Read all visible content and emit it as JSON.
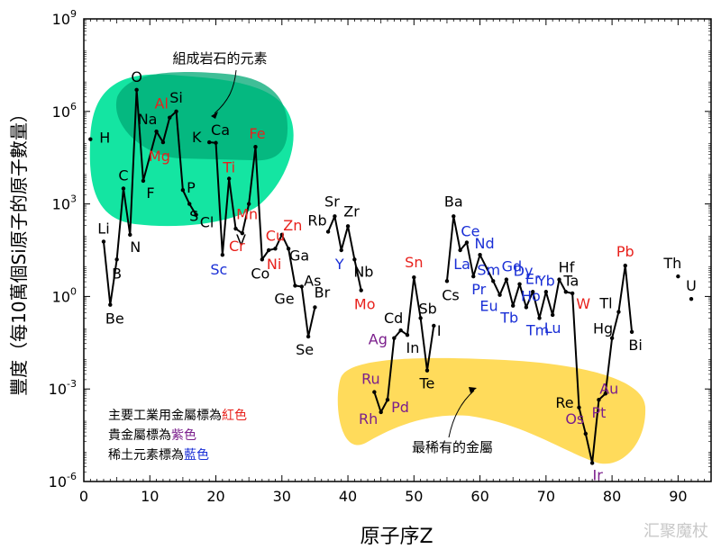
{
  "chart_data": {
    "type": "line",
    "xlabel": "原子序Z",
    "ylabel": "豐度（每10萬個Si原子的原子數量）",
    "x_ticks": [
      "0",
      "10",
      "20",
      "30",
      "40",
      "50",
      "60",
      "70",
      "80",
      "90"
    ],
    "y_ticks": [
      {
        "base": "10",
        "exp": "-6"
      },
      {
        "base": "10",
        "exp": "-3"
      },
      {
        "base": "10",
        "exp": "0"
      },
      {
        "base": "10",
        "exp": "3"
      },
      {
        "base": "10",
        "exp": "6"
      },
      {
        "base": "10",
        "exp": "9"
      }
    ],
    "xlim": [
      0,
      95
    ],
    "ylim_log10": [
      -6,
      9
    ],
    "y_scale": "log",
    "colors": {
      "industrial": "#e8211c",
      "precious": "#7b1f8c",
      "rare_earth": "#1a2fd6",
      "normal": "#000000",
      "rock_region": "#00e39a",
      "rock_region_dark": "#00b377",
      "rarest_region": "#ffd84d"
    },
    "annotations": {
      "rock_label": "組成岩石的元素",
      "rare_label": "最稀有的金屬"
    },
    "legend_lines": [
      {
        "prefix": "主要工業用金屬標為",
        "word": "紅色",
        "cls": "industrial"
      },
      {
        "prefix": "貴金屬標為",
        "word": "紫色",
        "cls": "precious"
      },
      {
        "prefix": "稀土元素標為",
        "word": "藍色",
        "cls": "rare_earth"
      }
    ],
    "series": [
      {
        "points": [
          {
            "z": 3,
            "log": 1.78,
            "label": "Li",
            "cls": "normal"
          },
          {
            "z": 4,
            "log": -0.27,
            "label": "Be",
            "cls": "normal"
          },
          {
            "z": 5,
            "log": 1.2,
            "label": "B",
            "cls": "normal"
          },
          {
            "z": 6,
            "log": 3.5,
            "label": "C",
            "cls": "normal"
          },
          {
            "z": 7,
            "log": 2.0,
            "label": "N",
            "cls": "normal"
          },
          {
            "z": 8,
            "log": 6.7,
            "label": "O",
            "cls": "normal"
          },
          {
            "z": 9,
            "log": 3.75,
            "label": "F",
            "cls": "normal"
          },
          {
            "z": 11,
            "log": 5.35,
            "label": "Na",
            "cls": "normal"
          },
          {
            "z": 12,
            "log": 5.0,
            "label": "Mg",
            "cls": "industrial"
          },
          {
            "z": 13,
            "log": 5.8,
            "label": "Al",
            "cls": "industrial"
          },
          {
            "z": 14,
            "log": 6.0,
            "label": "Si",
            "cls": "normal"
          },
          {
            "z": 15,
            "log": 3.45,
            "label": "P",
            "cls": "normal"
          },
          {
            "z": 16,
            "log": 3.0,
            "label": "S",
            "cls": "normal"
          },
          {
            "z": 17,
            "log": 2.65,
            "label": "Cl",
            "cls": "normal"
          }
        ]
      },
      {
        "points": [
          {
            "z": 19,
            "log": 5.0,
            "label": "K",
            "cls": "normal"
          },
          {
            "z": 20,
            "log": 4.98,
            "label": "Ca",
            "cls": "normal"
          },
          {
            "z": 21,
            "log": 1.35,
            "label": "Sc",
            "cls": "rare_earth"
          },
          {
            "z": 22,
            "log": 3.82,
            "label": "Ti",
            "cls": "industrial"
          },
          {
            "z": 23,
            "log": 2.2,
            "label": "V",
            "cls": "normal"
          },
          {
            "z": 24,
            "log": 2.05,
            "label": "Cr",
            "cls": "industrial"
          },
          {
            "z": 25,
            "log": 3.0,
            "label": "Mn",
            "cls": "industrial"
          },
          {
            "z": 26,
            "log": 4.85,
            "label": "Fe",
            "cls": "industrial"
          },
          {
            "z": 27,
            "log": 1.2,
            "label": "Co",
            "cls": "normal"
          },
          {
            "z": 28,
            "log": 1.5,
            "label": "Ni",
            "cls": "industrial"
          },
          {
            "z": 29,
            "log": 1.55,
            "label": "Cu",
            "cls": "industrial"
          },
          {
            "z": 30,
            "log": 2.0,
            "label": "Zn",
            "cls": "industrial"
          },
          {
            "z": 31,
            "log": 1.55,
            "label": "Ga",
            "cls": "normal"
          },
          {
            "z": 32,
            "log": 0.35,
            "label": "Ge",
            "cls": "normal"
          },
          {
            "z": 33,
            "log": 0.32,
            "label": "As",
            "cls": "normal"
          },
          {
            "z": 34,
            "log": -1.3,
            "label": "Se",
            "cls": "normal"
          },
          {
            "z": 35,
            "log": -0.35,
            "label": "Br",
            "cls": "normal"
          }
        ]
      },
      {
        "points": [
          {
            "z": 37,
            "log": 2.1,
            "label": "Rb",
            "cls": "normal"
          },
          {
            "z": 38,
            "log": 2.6,
            "label": "Sr",
            "cls": "normal"
          },
          {
            "z": 39,
            "log": 1.5,
            "label": "Y",
            "cls": "rare_earth"
          },
          {
            "z": 40,
            "log": 2.28,
            "label": "Zr",
            "cls": "normal"
          },
          {
            "z": 41,
            "log": 1.2,
            "label": "Nb",
            "cls": "normal"
          },
          {
            "z": 42,
            "log": 0.2,
            "label": "Mo",
            "cls": "industrial"
          }
        ]
      },
      {
        "points": [
          {
            "z": 44,
            "log": -3.1,
            "label": "Ru",
            "cls": "precious"
          },
          {
            "z": 45,
            "log": -3.75,
            "label": "Rh",
            "cls": "precious"
          },
          {
            "z": 46,
            "log": -3.35,
            "label": "Pd",
            "cls": "precious"
          },
          {
            "z": 47,
            "log": -1.35,
            "label": "Ag",
            "cls": "precious"
          },
          {
            "z": 48,
            "log": -1.1,
            "label": "Cd",
            "cls": "normal"
          },
          {
            "z": 49,
            "log": -1.25,
            "label": "In",
            "cls": "normal"
          },
          {
            "z": 50,
            "log": 0.62,
            "label": "Sn",
            "cls": "industrial"
          },
          {
            "z": 51,
            "log": -0.7,
            "label": "Sb",
            "cls": "normal"
          },
          {
            "z": 52,
            "log": -2.4,
            "label": "Te",
            "cls": "normal"
          },
          {
            "z": 53,
            "log": -0.95,
            "label": "I",
            "cls": "normal"
          }
        ]
      },
      {
        "points": [
          {
            "z": 55,
            "log": 0.5,
            "label": "Cs",
            "cls": "normal"
          },
          {
            "z": 56,
            "log": 2.6,
            "label": "Ba",
            "cls": "normal"
          },
          {
            "z": 57,
            "log": 1.5,
            "label": "La",
            "cls": "rare_earth"
          },
          {
            "z": 58,
            "log": 1.75,
            "label": "Ce",
            "cls": "rare_earth"
          },
          {
            "z": 59,
            "log": 0.65,
            "label": "Pr",
            "cls": "rare_earth"
          },
          {
            "z": 60,
            "log": 1.35,
            "label": "Nd",
            "cls": "rare_earth"
          },
          {
            "z": 62,
            "log": 0.5,
            "label": "Sm",
            "cls": "rare_earth"
          },
          {
            "z": 63,
            "log": 0.05,
            "label": "Eu",
            "cls": "rare_earth"
          },
          {
            "z": 64,
            "log": 0.55,
            "label": "Gd",
            "cls": "rare_earth"
          },
          {
            "z": 65,
            "log": -0.3,
            "label": "Tb",
            "cls": "rare_earth"
          },
          {
            "z": 66,
            "log": 0.4,
            "label": "Dy",
            "cls": "rare_earth"
          },
          {
            "z": 67,
            "log": -0.35,
            "label": "Ho",
            "cls": "rare_earth"
          },
          {
            "z": 68,
            "log": 0.15,
            "label": "Er",
            "cls": "rare_earth"
          },
          {
            "z": 69,
            "log": -0.7,
            "label": "Tm",
            "cls": "rare_earth"
          },
          {
            "z": 70,
            "log": 0.15,
            "label": "Yb",
            "cls": "rare_earth"
          },
          {
            "z": 71,
            "log": -0.6,
            "label": "Lu",
            "cls": "rare_earth"
          },
          {
            "z": 72,
            "log": 0.55,
            "label": "Hf",
            "cls": "normal"
          },
          {
            "z": 73,
            "log": 0.15,
            "label": "Ta",
            "cls": "normal"
          },
          {
            "z": 74,
            "log": 0.1,
            "label": "W",
            "cls": "industrial"
          },
          {
            "z": 75,
            "log": -3.6,
            "label": "Re",
            "cls": "normal"
          },
          {
            "z": 76,
            "log": -4.45,
            "label": "Os",
            "cls": "precious"
          },
          {
            "z": 77,
            "log": -5.4,
            "label": "Ir",
            "cls": "precious"
          },
          {
            "z": 78,
            "log": -3.35,
            "label": "Pt",
            "cls": "precious"
          },
          {
            "z": 79,
            "log": -3.15,
            "label": "Au",
            "cls": "precious"
          },
          {
            "z": 80,
            "log": -1.35,
            "label": "Hg",
            "cls": "normal"
          },
          {
            "z": 81,
            "log": -0.5,
            "label": "Tl",
            "cls": "normal"
          },
          {
            "z": 82,
            "log": 1.0,
            "label": "Pb",
            "cls": "industrial"
          },
          {
            "z": 83,
            "log": -1.15,
            "label": "Bi",
            "cls": "normal"
          }
        ]
      },
      {
        "points": [
          {
            "z": 1,
            "log": 5.1,
            "label": "H",
            "cls": "normal"
          }
        ]
      },
      {
        "points": [
          {
            "z": 90,
            "log": 0.65,
            "label": "Th",
            "cls": "normal"
          }
        ]
      },
      {
        "points": [
          {
            "z": 92,
            "log": -0.08,
            "label": "U",
            "cls": "normal"
          }
        ]
      }
    ]
  },
  "watermark": "汇聚魔杖"
}
